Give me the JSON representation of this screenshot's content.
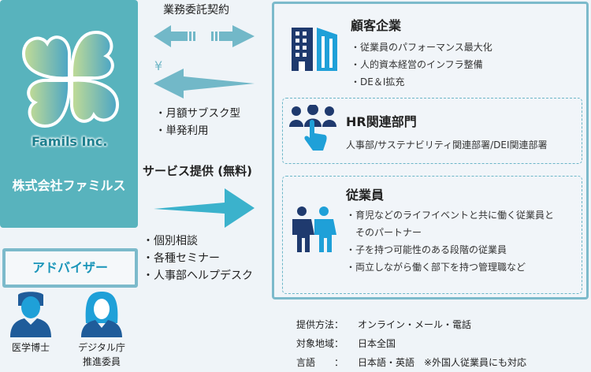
{
  "company": {
    "brand": "Famils Inc.",
    "name": "株式会社ファミルス"
  },
  "flows": {
    "contract_label": "業務委託契約",
    "yen": "¥",
    "fee_items": [
      "・月額サブスク型",
      "・単発利用"
    ],
    "service_label": "サービス提供 (無料)",
    "service_items": [
      "・個別相談",
      "・各種セミナー",
      "・人事部ヘルプデスク"
    ]
  },
  "client": {
    "title": "顧客企業",
    "items": [
      "・従業員のパフォーマンス最大化",
      "・人的資本経営のインフラ整備",
      "・DE＆I拡充"
    ]
  },
  "hr": {
    "title": "HR関連部門",
    "desc": "人事部/サステナビリティ関連部署/DEI関連部署"
  },
  "employees": {
    "title": "従業員",
    "items": [
      "・育児などのライフイベントと共に働く従業員と",
      "　そのパートナー",
      "・子を持つ可能性のある段階の従業員",
      "・両立しながら働く部下を持つ管理職など"
    ]
  },
  "advisor": {
    "title": "アドバイザー",
    "members": [
      "医学博士",
      "デジタル庁\n推進委員"
    ]
  },
  "info": [
    {
      "k": "提供方法：",
      "v": "オンライン・メール・電話"
    },
    {
      "k": "対象地域：",
      "v": "日本全国"
    },
    {
      "k": "言語　　：",
      "v": "日本語・英語　※外国人従業員にも対応"
    }
  ],
  "colors": {
    "teal": "#58b3bd",
    "navy": "#1f3a6e",
    "blue": "#1fa0d8"
  }
}
